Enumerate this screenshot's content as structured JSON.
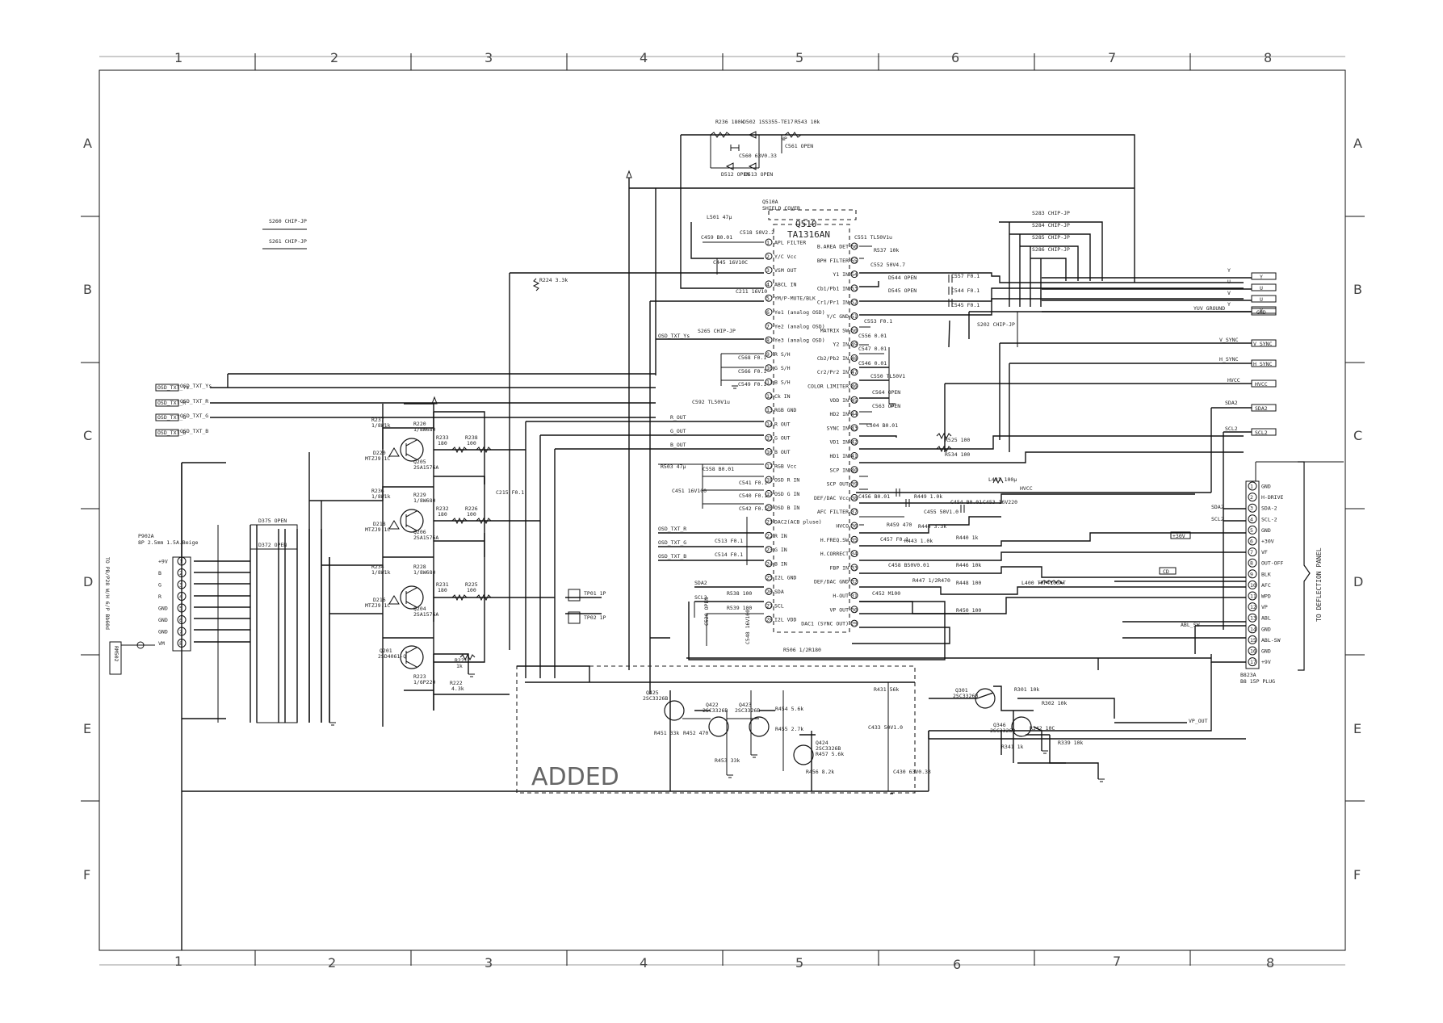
{
  "grid": {
    "columns": [
      "1",
      "2",
      "3",
      "4",
      "5",
      "6",
      "7",
      "8"
    ],
    "rows": [
      "A",
      "B",
      "C",
      "D",
      "E",
      "F"
    ]
  },
  "ic": {
    "ref": "Q510",
    "part": "TA1316AN",
    "shield_ref": "Q510A",
    "shield_label": "SHIELD COVER",
    "left_pins": [
      "APL FILTER",
      "Y/C Vcc",
      "VSM OUT",
      "ABCL IN",
      "YM/P-MUTE/BLK",
      "Ye1 (analog OSD)",
      "Ye2 (analog OSD)",
      "Ye3 (analog OSD)",
      "R S/H",
      "G S/H",
      "B S/H",
      "Ck IN",
      "RGB GND",
      "R OUT",
      "G OUT",
      "B OUT",
      "RGB Vcc",
      "OSD R IN",
      "OSD G IN",
      "OSD B IN",
      "DAC2(ACB pluse)",
      "R IN",
      "G IN",
      "B IN",
      "I2L GND",
      "SDA",
      "SCL",
      "I2L VDD"
    ],
    "right_pins": [
      "B.AREA DET",
      "BPH FILTER",
      "Y1 IN",
      "Cb1/Pb1 IN",
      "Cr1/Pr1 IN",
      "Y/C GND",
      "MATRIX SW",
      "Y2 IN",
      "Cb2/Pb2 IN",
      "Cr2/Pr2 IN",
      "COLOR LIMITER",
      "VDD IN",
      "HD2 IN",
      "SYNC IN",
      "VD1 IN",
      "HD1 IN",
      "SCP IN",
      "SCP OUT",
      "DEF/DAC Vcc",
      "AFC FILTER",
      "HVCO",
      "H.FREQ.SW",
      "H.CORRECT",
      "FBP IN",
      "DEF/DAC GND",
      "H-OUT",
      "VP OUT",
      "DAC1 (SYNC OUT)"
    ]
  },
  "left_connector": {
    "ref": "P902A",
    "spec": "8P 2.5mm 1.5A.Beige",
    "side_label": "TO PB/P28 W/H 6/P Bb60d",
    "jumper": "RM502",
    "pins": [
      {
        "num": "1",
        "label": "+9V"
      },
      {
        "num": "2",
        "label": "B"
      },
      {
        "num": "3",
        "label": "G"
      },
      {
        "num": "4",
        "label": "R"
      },
      {
        "num": "5",
        "label": "GND"
      },
      {
        "num": "6",
        "label": "GND"
      },
      {
        "num": "7",
        "label": "GND"
      },
      {
        "num": "8",
        "label": "VM"
      }
    ]
  },
  "right_connector": {
    "ref": "B823A",
    "spec": "B8 15P PLUG",
    "side_label": "TO DEFLECTION PANEL",
    "pins": [
      {
        "num": "1",
        "label": "GND"
      },
      {
        "num": "2",
        "label": "H-DRIVE"
      },
      {
        "num": "3",
        "label": "SDA-2"
      },
      {
        "num": "4",
        "label": "SCL-2"
      },
      {
        "num": "5",
        "label": "GND"
      },
      {
        "num": "6",
        "label": "+30V"
      },
      {
        "num": "7",
        "label": "VF"
      },
      {
        "num": "8",
        "label": "OUT-OFF"
      },
      {
        "num": "9",
        "label": "BLK"
      },
      {
        "num": "10",
        "label": "AFC"
      },
      {
        "num": "11",
        "label": "WPD"
      },
      {
        "num": "12",
        "label": "VP"
      },
      {
        "num": "13",
        "label": "ABL"
      },
      {
        "num": "14",
        "label": "GND"
      },
      {
        "num": "15",
        "label": "ABL-SW"
      },
      {
        "num": "16",
        "label": "GND"
      },
      {
        "num": "17",
        "label": "+9V"
      }
    ]
  },
  "outputs": [
    "Y",
    "U",
    "V",
    "Y",
    "YUV GROUND",
    "V_SYNC",
    "H_SYNC",
    "HVCC",
    "SDA2",
    "SCL2"
  ],
  "output_tags": [
    "Y",
    "U",
    "U",
    "Y",
    "GND",
    "V_SYNC",
    "H_SYNC",
    "HVCC",
    "SDA2",
    "SCL2"
  ],
  "osd_inputs": [
    {
      "tag": "OSD_TXT_Ys",
      "net": "OSD_TXT_Ys"
    },
    {
      "tag": "OSD_TXT_R",
      "net": "OSD_TXT_R"
    },
    {
      "tag": "OSD_TXT_G",
      "net": "OSD_TXT_G"
    },
    {
      "tag": "OSD_TXT_B",
      "net": "OSD_TXT_B"
    }
  ],
  "nets": {
    "r_out": "R_OUT",
    "g_out": "G_OUT",
    "b_out": "B_OUT",
    "osd_ys": "OSD_TXT_Ys",
    "osd_r": "OSD_TXT_R",
    "osd_g": "OSD_TXT_G",
    "osd_b": "OSD_TXT_B",
    "sda2": "SDA2",
    "scl2": "SCL2",
    "hvcc": "HVCC",
    "abl_sw": "ABL_SW",
    "vp_out": "VP_OUT",
    "plus30": "+30V",
    "cd": "CD"
  },
  "transistors": [
    {
      "ref": "Q205",
      "part": "2SA1576A"
    },
    {
      "ref": "Q206",
      "part": "2SA1576A"
    },
    {
      "ref": "Q204",
      "part": "2SA1576A"
    },
    {
      "ref": "Q201",
      "part": "2SD4061-Q"
    },
    {
      "ref": "Q425",
      "part": "2SC3326B"
    },
    {
      "ref": "Q422",
      "part": "2SC3326B"
    },
    {
      "ref": "Q423",
      "part": "2SC3326B"
    },
    {
      "ref": "Q424",
      "part": "2SC3326B"
    },
    {
      "ref": "Q301",
      "part": "2SC3326B"
    },
    {
      "ref": "Q346",
      "part": "2SC3326B"
    }
  ],
  "zeners": [
    {
      "ref": "D220",
      "part": "MTZJ9.1C"
    },
    {
      "ref": "D218",
      "part": "MTZJ9.1C"
    },
    {
      "ref": "D216",
      "part": "MTZJ9.1C"
    }
  ],
  "resistors_left": [
    {
      "ref": "R237",
      "val": "1/8W1k"
    },
    {
      "ref": "R220",
      "val": "1/8W680"
    },
    {
      "ref": "R233",
      "val": "180"
    },
    {
      "ref": "R238",
      "val": "100"
    },
    {
      "ref": "R236",
      "val": "1/8W1k"
    },
    {
      "ref": "R229",
      "val": "1/8W680"
    },
    {
      "ref": "R232",
      "val": "180"
    },
    {
      "ref": "R226",
      "val": "100"
    },
    {
      "ref": "R234",
      "val": "1/8W1k"
    },
    {
      "ref": "R228",
      "val": "1/8W680"
    },
    {
      "ref": "R231",
      "val": "180"
    },
    {
      "ref": "R225",
      "val": "100"
    },
    {
      "ref": "R221",
      "val": "1k"
    },
    {
      "ref": "R223",
      "val": "1/6P220"
    },
    {
      "ref": "R222",
      "val": "4.3k"
    }
  ],
  "misc_labels": {
    "c215": "C215 F0.1",
    "tp01": "TP01 1P",
    "tp02": "TP02 1P",
    "d375": "D375 OPEN",
    "d372": "D372 OPEN",
    "s260": "S260 CHIP-JP",
    "s261": "S261 CHIP-JP",
    "r224": "R224 3.3k",
    "l501": "L501 47μ",
    "r236top": "R236 180k",
    "d502": "D502 1SS355-TE17",
    "c560": "C560 63V0.33",
    "d512": "D512 OPEN",
    "d513": "D513 OPEN",
    "r543": "R543 10k",
    "c561": "C561 OPEN",
    "np": "NP",
    "c459": "C459 B0.01",
    "c445": "C445 16V10C",
    "c518": "C518 S0V2.2",
    "c211": "C211 16V10",
    "s265": "S265 CHIP-JP",
    "c568": "C568 F0.1",
    "c566": "C566 F0.1",
    "c549": "C549 F0.1",
    "c592": "C592 TL50V1u",
    "r503": "R503 47μ",
    "c451": "C451 16V100",
    "c558": "C558 B0.01",
    "c541": "C541 F0.1",
    "c540": "C540 F0.1",
    "c542": "C542 F0.1",
    "c513": "C513 F0.1",
    "c514": "C514 F0.1",
    "r538": "R538 100",
    "r539": "R539 100",
    "c520": "C520 OPEN",
    "c548": "C548 16V100",
    "r506": "R506 1/2R180",
    "c551": "C551 TL50V1u",
    "r537": "R537 10k",
    "c552": "C552 50V4.7",
    "d544": "D544 OPEN",
    "d545": "D545 OPEN",
    "c553": "C553 F0.1",
    "c556": "C556 0.01",
    "c547": "C547 0.01",
    "c546": "C546 0.01",
    "c550": "C550 TL50V1",
    "c564": "C564 OPEN",
    "c563": "C563 OPEN",
    "c504": "C504 B0.01",
    "c557": "C557 F0.1",
    "c544": "C544 F0.1",
    "c545": "C545 F0.1",
    "s202": "S202 CHIP-JP",
    "s283": "S283 CHIP-JP",
    "s284": "S284 CHIP-JP",
    "s285": "S285 CHIP-JP",
    "s286": "S286 CHIP-JP",
    "r525": "R525 100",
    "r534": "R534 100",
    "l431": "L431 100μ",
    "c456": "C456 B0.01",
    "r449": "R449 1.0k",
    "c455": "C455 50V1.0",
    "c454": "C454 B0.01",
    "c453": "C453 16V220",
    "r459": "R459 470",
    "c457": "C457 F0.1",
    "r444": "R444 3.3k",
    "r443": "R443 1.0k",
    "r440": "R440 1k",
    "r446": "R446 10k",
    "c458": "C458 B50V0.01",
    "r447": "R447 1/2R470",
    "c452": "C452 M100",
    "r448": "R448 100",
    "r450": "R450 100",
    "l400": "L400 TRF4100AT",
    "r431": "R431 56k",
    "c433": "C433 50V1.0",
    "c430": "C430 63V0.33",
    "r451": "R451 33k",
    "r452": "R452 470",
    "r453": "R453 33k",
    "r454": "R454 5.6k",
    "r455": "R455 2.7k",
    "r457": "R457 5.6k",
    "r456": "R456 8.2k",
    "r301": "R301 10k",
    "r302": "R302 10k",
    "r342": "R342 10C",
    "r341": "R341 1k",
    "r339": "R339 10k",
    "added": "ADDED"
  }
}
